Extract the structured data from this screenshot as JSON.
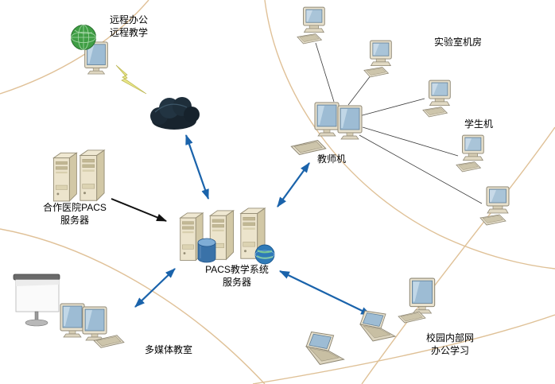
{
  "diagram": {
    "title": "PACS teaching system network topology",
    "labels": {
      "remote": {
        "line1": "远程办公",
        "line2": "远程教学"
      },
      "lab": "实验室机房",
      "students": "学生机",
      "teacher": "教师机",
      "hospital": {
        "line1": "合作医院PACS",
        "line2": "服务器"
      },
      "central": {
        "line1": "PACS教学系统",
        "line2": "服务器"
      },
      "multimedia": "多媒体教室",
      "campus": {
        "line1": "校园内部网",
        "line2": "办公学习"
      }
    },
    "icons": {
      "remote_terminal": "globe-monitor-icon",
      "internet": "cloud-icon",
      "hospital_servers": "tower-server-icon",
      "central_servers": "tower-server-icon",
      "database": "database-cylinder-icon",
      "web": "globe-icon",
      "teacher_station": "dual-monitor-keyboard-icon",
      "student_pc": "desktop-pc-icon",
      "laptop": "laptop-icon",
      "desktop_monitor": "monitor-icon",
      "projector": "projector-screen-icon",
      "link_flash": "lightning-bolt-icon"
    },
    "colors": {
      "arrow_blue": "#1a63ab",
      "arrow_black": "#111111",
      "curve_tan": "#debe92",
      "cloud_dark": "#1b2733",
      "server_beige": "#ece4cc",
      "screen_blue": "#9dbcd4",
      "background": "#ffffff"
    }
  }
}
